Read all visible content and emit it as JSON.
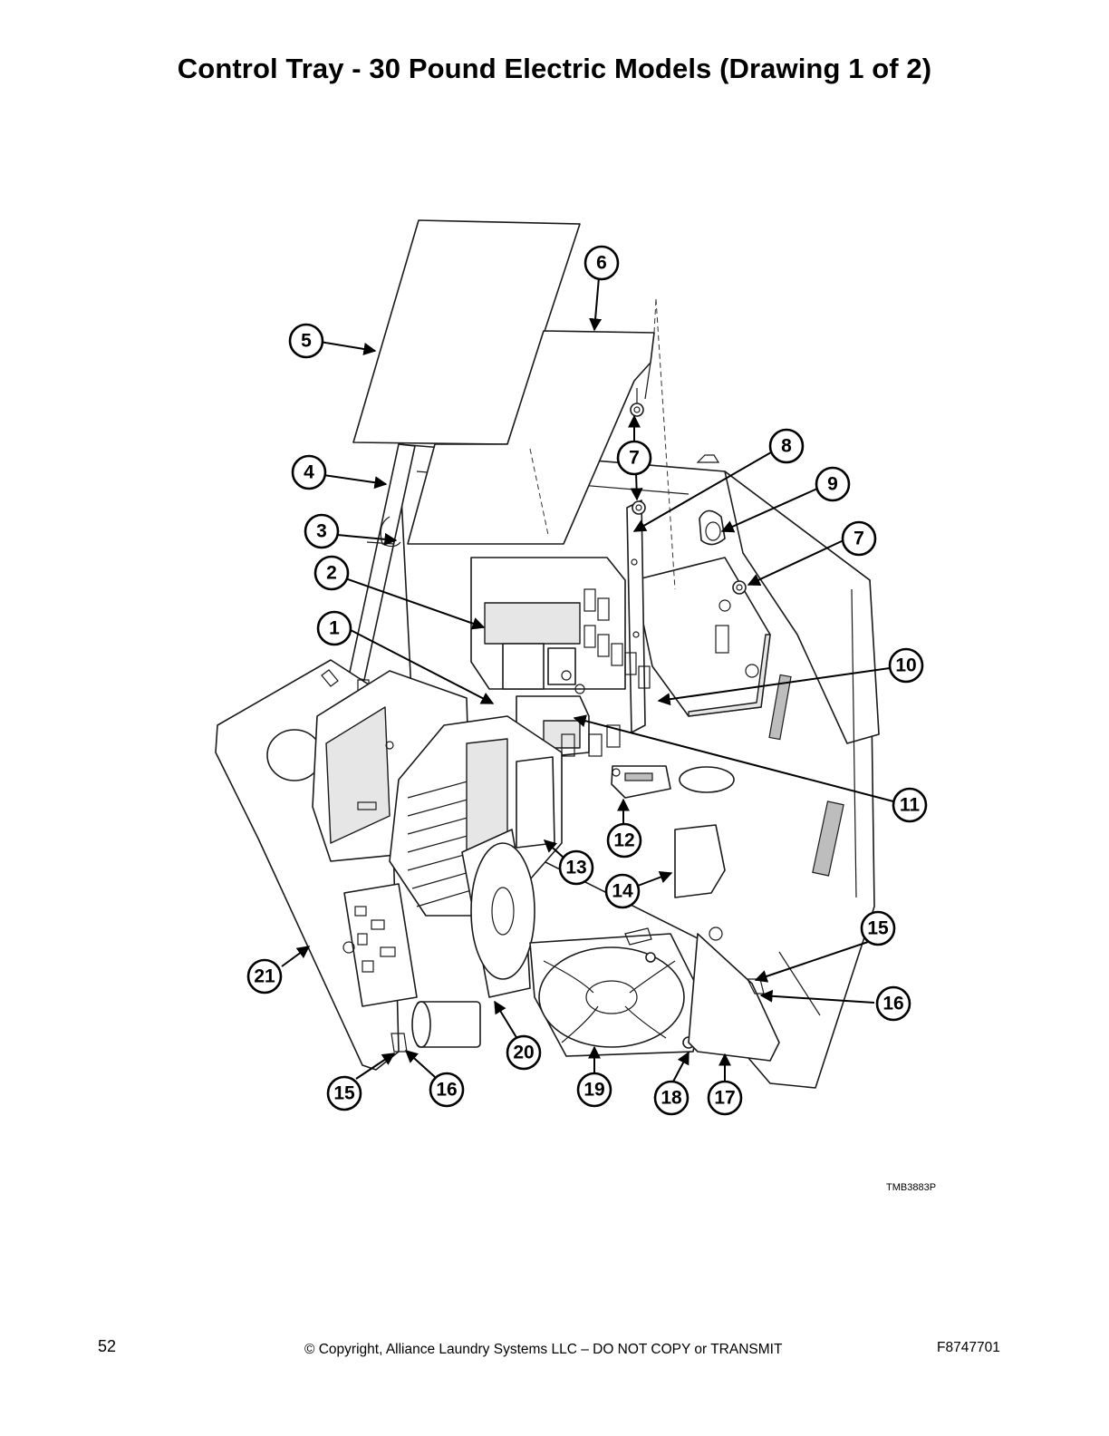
{
  "page": {
    "title": "Control Tray - 30 Pound Electric Models (Drawing 1 of 2)",
    "drawing_code": "TMB3883P",
    "page_number": "52",
    "copyright": "© Copyright, Alliance Laundry Systems LLC – DO NOT COPY or TRANSMIT",
    "document_number": "F8747701"
  },
  "diagram": {
    "subject": "control-tray-exploded-view",
    "callouts": [
      {
        "id": "callout-1",
        "label": "1"
      },
      {
        "id": "callout-2",
        "label": "2"
      },
      {
        "id": "callout-3",
        "label": "3"
      },
      {
        "id": "callout-4",
        "label": "4"
      },
      {
        "id": "callout-5",
        "label": "5"
      },
      {
        "id": "callout-6",
        "label": "6"
      },
      {
        "id": "callout-7a",
        "label": "7"
      },
      {
        "id": "callout-7b",
        "label": "7"
      },
      {
        "id": "callout-8",
        "label": "8"
      },
      {
        "id": "callout-9",
        "label": "9"
      },
      {
        "id": "callout-10",
        "label": "10"
      },
      {
        "id": "callout-11",
        "label": "11"
      },
      {
        "id": "callout-12",
        "label": "12"
      },
      {
        "id": "callout-13",
        "label": "13"
      },
      {
        "id": "callout-14",
        "label": "14"
      },
      {
        "id": "callout-15a",
        "label": "15"
      },
      {
        "id": "callout-15b",
        "label": "15"
      },
      {
        "id": "callout-16a",
        "label": "16"
      },
      {
        "id": "callout-16b",
        "label": "16"
      },
      {
        "id": "callout-17",
        "label": "17"
      },
      {
        "id": "callout-18",
        "label": "18"
      },
      {
        "id": "callout-19",
        "label": "19"
      },
      {
        "id": "callout-20",
        "label": "20"
      },
      {
        "id": "callout-21",
        "label": "21"
      }
    ]
  }
}
